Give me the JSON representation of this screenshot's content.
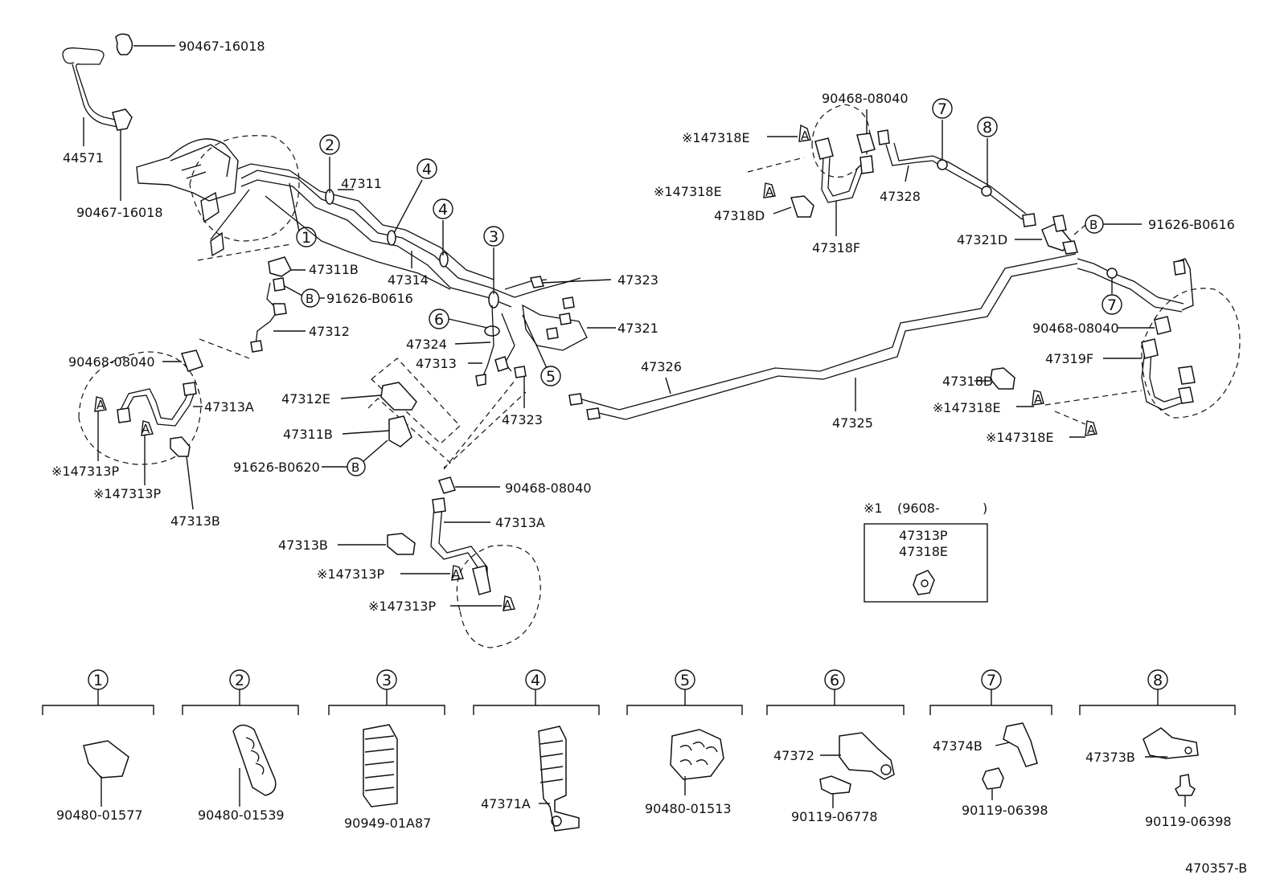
{
  "labels": {
    "hose_clip_top": "90467-16018",
    "hose_44571": "44571",
    "hose_clip_bottom": "90467-16018",
    "tube_47311": "47311",
    "tube_47314": "47314",
    "clamp_47311b_upper": "47311B",
    "bolt_b_91626_b0616_left": "91626-B0616",
    "tube_47312": "47312",
    "clip_90468_left": "90468-08040",
    "hose_47313a_left": "47313A",
    "clip_147313p_left1": "※147313P",
    "clip_147313p_left2": "※147313P",
    "bolt_47313b_left": "47313B",
    "tube_47323_top": "47323",
    "tube_47321": "47321",
    "tube_47324": "47324",
    "tube_47313": "47313",
    "tube_47323_bottom": "47323",
    "clamp_47312e": "47312E",
    "clamp_47311b_lower": "47311B",
    "bolt_b_91626_b0620": "91626-B0620",
    "clip_90468_center": "90468-08040",
    "hose_47313a_center": "47313A",
    "bolt_47313b_center": "47313B",
    "clip_147313p_center1": "※147313P",
    "clip_147313p_center2": "※147313P",
    "tube_47326": "47326",
    "tube_47325": "47325",
    "clip_90468_rear_top": "90468-08040",
    "clip_147318e_1": "※147318E",
    "clip_147318e_2": "※147318E",
    "bolt_47318d_top": "47318D",
    "hose_47318f": "47318F",
    "tube_47328": "47328",
    "bolt_b_91626_b0616_right": "91626-B0616",
    "tube_47321d": "47321D",
    "clip_90468_rear_right": "90468-08040",
    "hose_47319f": "47319F",
    "bolt_47318d_right": "47318D",
    "clip_147318e_3": "※147318E",
    "clip_147318e_4": "※147318E",
    "diagram_code": "470357-B"
  },
  "callouts": {
    "c1": "1",
    "c2": "2",
    "c3": "3",
    "c4a": "4",
    "c4b": "4",
    "c5": "5",
    "c6": "6",
    "c7a": "7",
    "c7b": "7",
    "c8": "8",
    "b_left": "B",
    "b_center": "B",
    "b_right": "B",
    "a_1": "A",
    "a_2": "A",
    "a_3": "A",
    "a_4": "A",
    "a_5": "A",
    "a_6": "A",
    "a_7": "A",
    "a_8": "A"
  },
  "note_box": {
    "header_mark": "※1",
    "header_range": "(9608-",
    "header_close": ")",
    "line1": "47313P",
    "line2": "47318E"
  },
  "detail_panels": [
    {
      "index": "1",
      "parts": [
        "90480-01577"
      ]
    },
    {
      "index": "2",
      "parts": [
        "90480-01539"
      ]
    },
    {
      "index": "3",
      "parts": [
        "90949-01A87"
      ]
    },
    {
      "index": "4",
      "parts": [
        "47371A"
      ]
    },
    {
      "index": "5",
      "parts": [
        "90480-01513"
      ]
    },
    {
      "index": "6",
      "parts": [
        "47372",
        "90119-06778"
      ]
    },
    {
      "index": "7",
      "parts": [
        "47374B",
        "90119-06398"
      ]
    },
    {
      "index": "8",
      "parts": [
        "47373B",
        "90119-06398"
      ]
    }
  ]
}
